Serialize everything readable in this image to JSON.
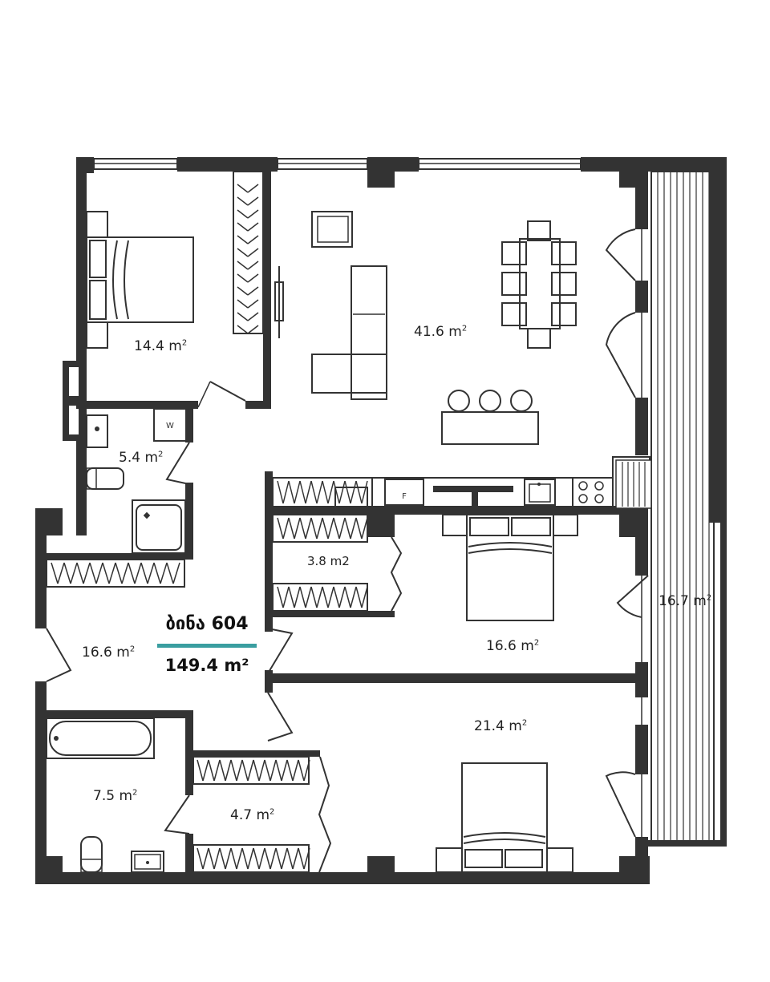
{
  "apartment": {
    "name": "ბინა 604",
    "total_area": "149.4 m²",
    "accent_color": "#3a9ea0",
    "wall_color": "#333333"
  },
  "rooms": {
    "bedroom_top_left": {
      "value": "14.4 m",
      "unit_sup": "2"
    },
    "living_room": {
      "value": "41.6 m",
      "unit_sup": "2"
    },
    "bathroom_small": {
      "value": "5.4 m",
      "unit_sup": "2"
    },
    "closet_middle": {
      "value": "3.8 m2"
    },
    "hallway": {
      "value": "16.6 m",
      "unit_sup": "2"
    },
    "bedroom_middle": {
      "value": "16.6 m",
      "unit_sup": "2"
    },
    "balcony": {
      "value": "16.7 m",
      "unit_sup": "2"
    },
    "bedroom_bottom": {
      "value": "21.4 m",
      "unit_sup": "2"
    },
    "bathroom_large": {
      "value": "7.5 m",
      "unit_sup": "2"
    },
    "closet_bottom": {
      "value": "4.7 m",
      "unit_sup": "2"
    }
  },
  "fixtures": {
    "washer_label": "W",
    "fridge_label": "F"
  }
}
